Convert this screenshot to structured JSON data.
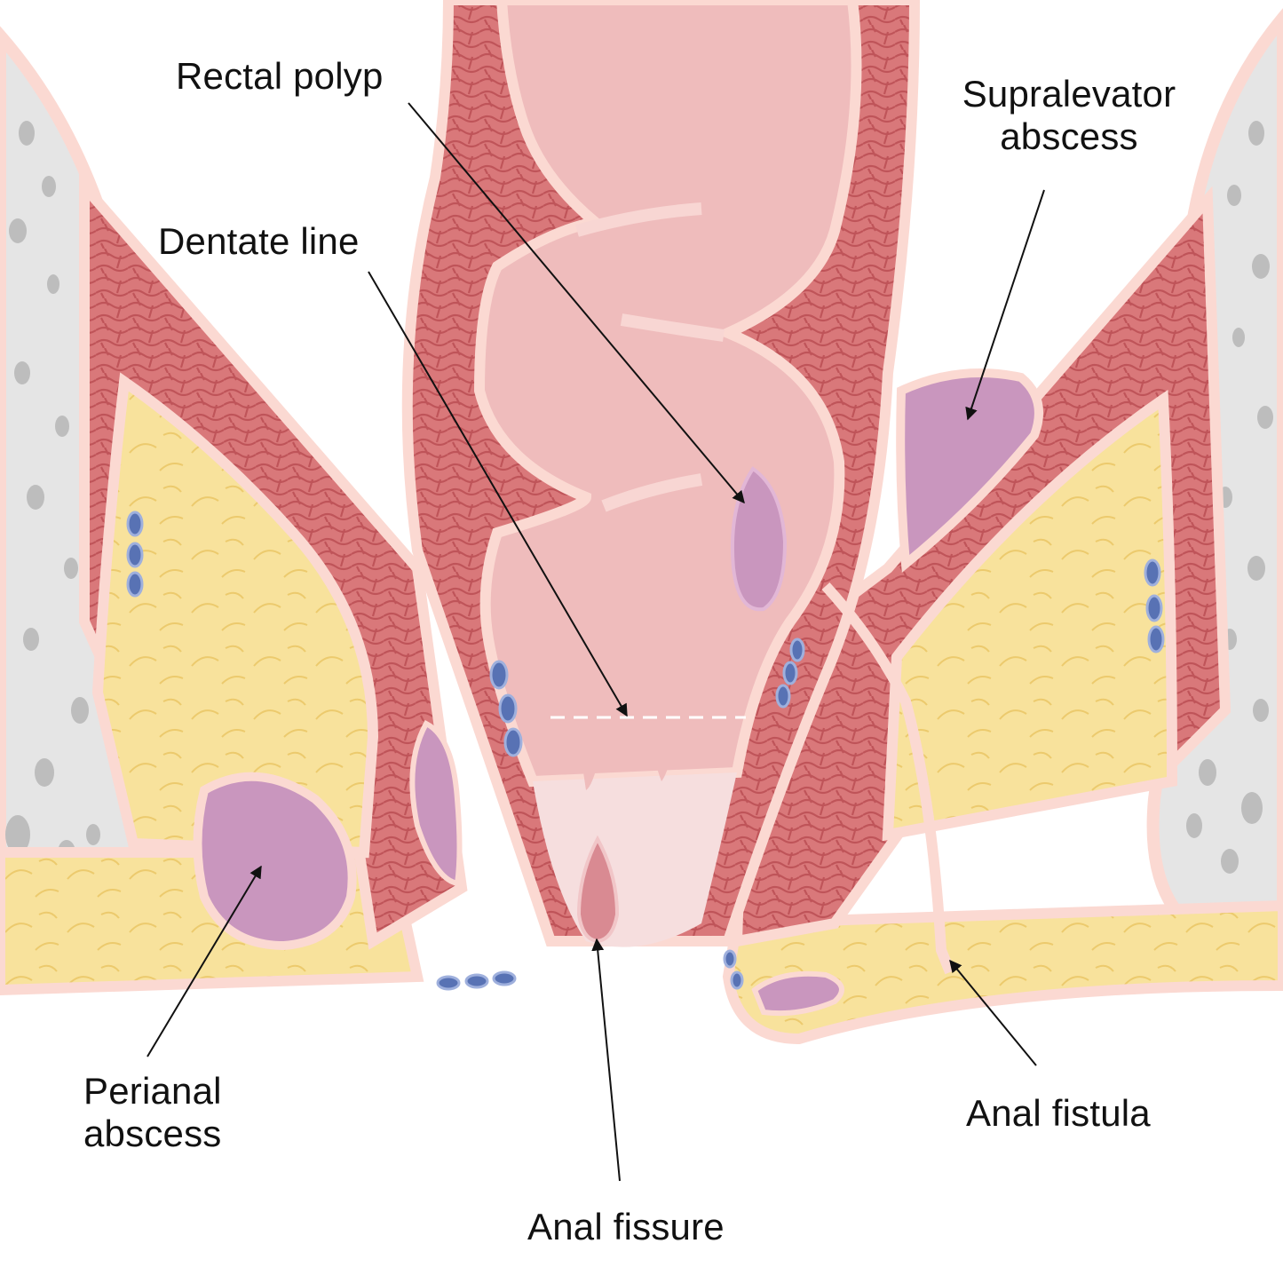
{
  "labels": {
    "rectal_polyp": "Rectal polyp",
    "dentate_line": "Dentate line",
    "supralevator_abscess": {
      "line1": "Supralevator",
      "line2": "abscess"
    },
    "perianal_abscess": {
      "line1": "Perianal",
      "line2": "abscess"
    },
    "anal_fistula": "Anal fistula",
    "anal_fissure": "Anal fissure"
  },
  "colors": {
    "muscle": "#d9787a",
    "muscle_fiber": "#c25a5e",
    "mucosa": "#efbcbc",
    "mucosa_light": "#f6d6d4",
    "outline": "#fbd9d2",
    "fat": "#f8e29c",
    "fat_line": "#eccd72",
    "bone": "#e4e4e4",
    "bone_spot": "#bdbdbd",
    "abscess": "#c996be",
    "vessel": "#5872b4",
    "leader": "#111111"
  }
}
